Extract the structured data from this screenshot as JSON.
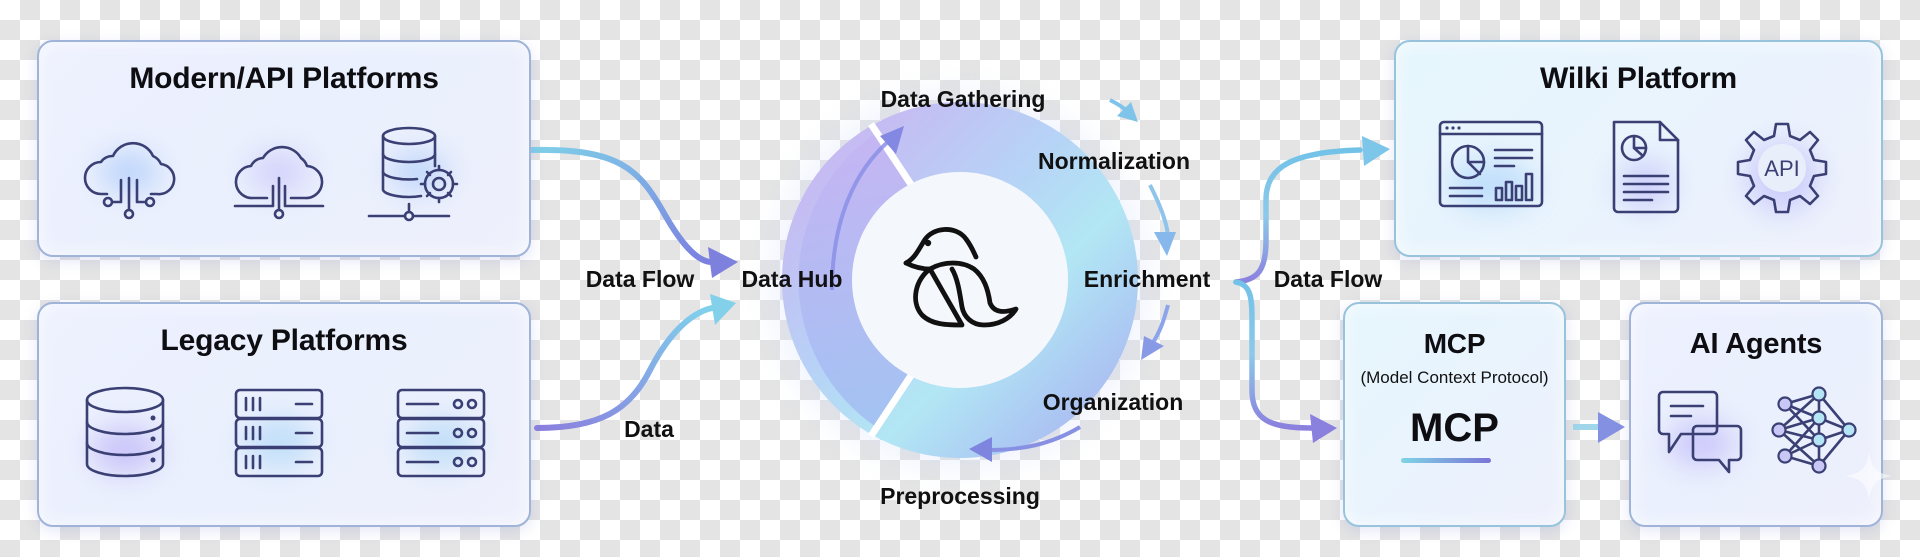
{
  "diagram": {
    "left_panels": [
      {
        "title": "Modern/API Platforms",
        "icons": [
          "cloud-network-icon",
          "cloud-connection-icon",
          "database-settings-icon"
        ]
      },
      {
        "title": "Legacy Platforms",
        "icons": [
          "database-icon",
          "server-rack-icon",
          "server-storage-icon"
        ]
      }
    ],
    "left_flow_labels": {
      "top": "Data Flow",
      "bottom": "Data"
    },
    "hub": {
      "label": "Data Hub",
      "logo": "bird-logo-icon",
      "stages": [
        {
          "name": "Data Gathering"
        },
        {
          "name": "Normalization"
        },
        {
          "name": "Enrichment"
        },
        {
          "name": "Organization"
        },
        {
          "name": "Preprocessing"
        }
      ]
    },
    "right_flow_label": "Data Flow",
    "right_panels": {
      "wilki": {
        "title": "Wilki Platform",
        "icons": [
          "dashboard-icon",
          "report-document-icon",
          "api-gear-icon"
        ],
        "api_text": "API"
      },
      "mcp": {
        "title": "MCP",
        "subtitle": "(Model Context Protocol)",
        "logo_text": "MCP"
      },
      "agents": {
        "title": "AI Agents",
        "icons": [
          "chat-bubbles-icon",
          "neural-network-icon"
        ]
      }
    },
    "colors": {
      "accent_purple": "#7b7fe0",
      "accent_cyan": "#7fd0ea",
      "stroke": "#3a3f74",
      "text": "#111111"
    }
  }
}
